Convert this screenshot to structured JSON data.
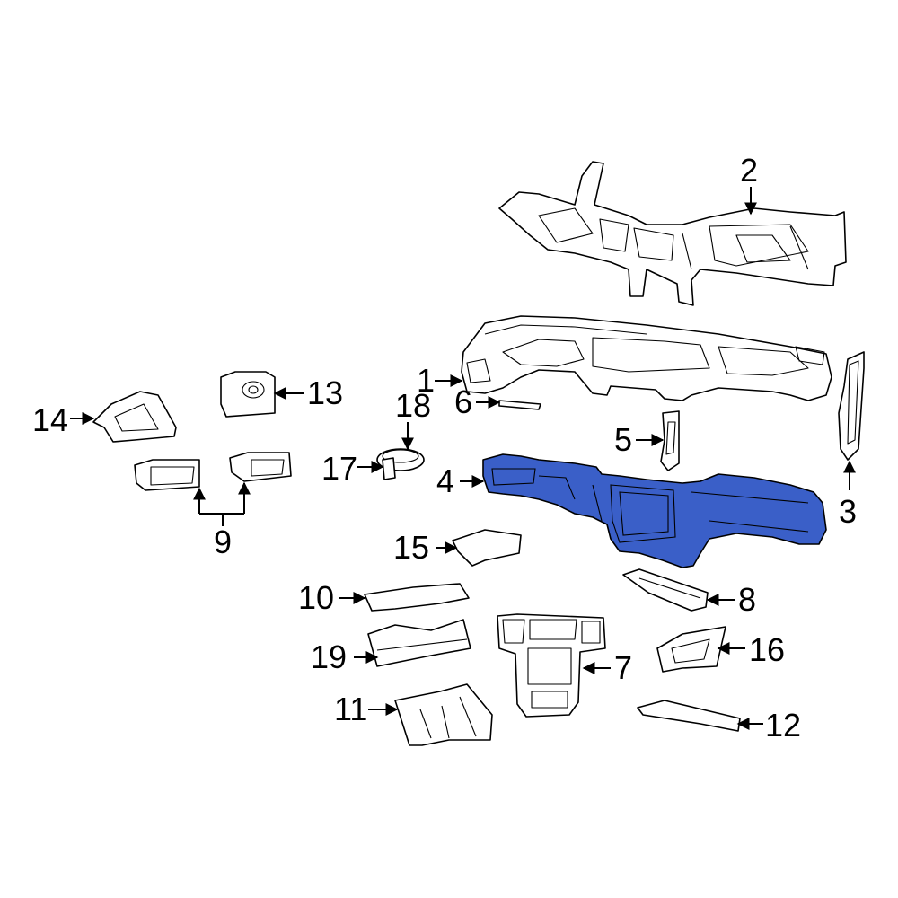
{
  "callouts": [
    {
      "id": "1",
      "label": "1"
    },
    {
      "id": "2",
      "label": "2"
    },
    {
      "id": "3",
      "label": "3"
    },
    {
      "id": "4",
      "label": "4"
    },
    {
      "id": "5",
      "label": "5"
    },
    {
      "id": "6",
      "label": "6"
    },
    {
      "id": "7",
      "label": "7"
    },
    {
      "id": "8",
      "label": "8"
    },
    {
      "id": "9",
      "label": "9"
    },
    {
      "id": "10",
      "label": "10"
    },
    {
      "id": "11",
      "label": "11"
    },
    {
      "id": "12",
      "label": "12"
    },
    {
      "id": "13",
      "label": "13"
    },
    {
      "id": "14",
      "label": "14"
    },
    {
      "id": "15",
      "label": "15"
    },
    {
      "id": "16",
      "label": "16"
    },
    {
      "id": "17",
      "label": "17"
    },
    {
      "id": "18",
      "label": "18"
    },
    {
      "id": "19",
      "label": "19"
    }
  ],
  "highlighted_part": "4",
  "colors": {
    "highlight": "#3a5fc8",
    "line": "#000000",
    "background": "#ffffff"
  }
}
